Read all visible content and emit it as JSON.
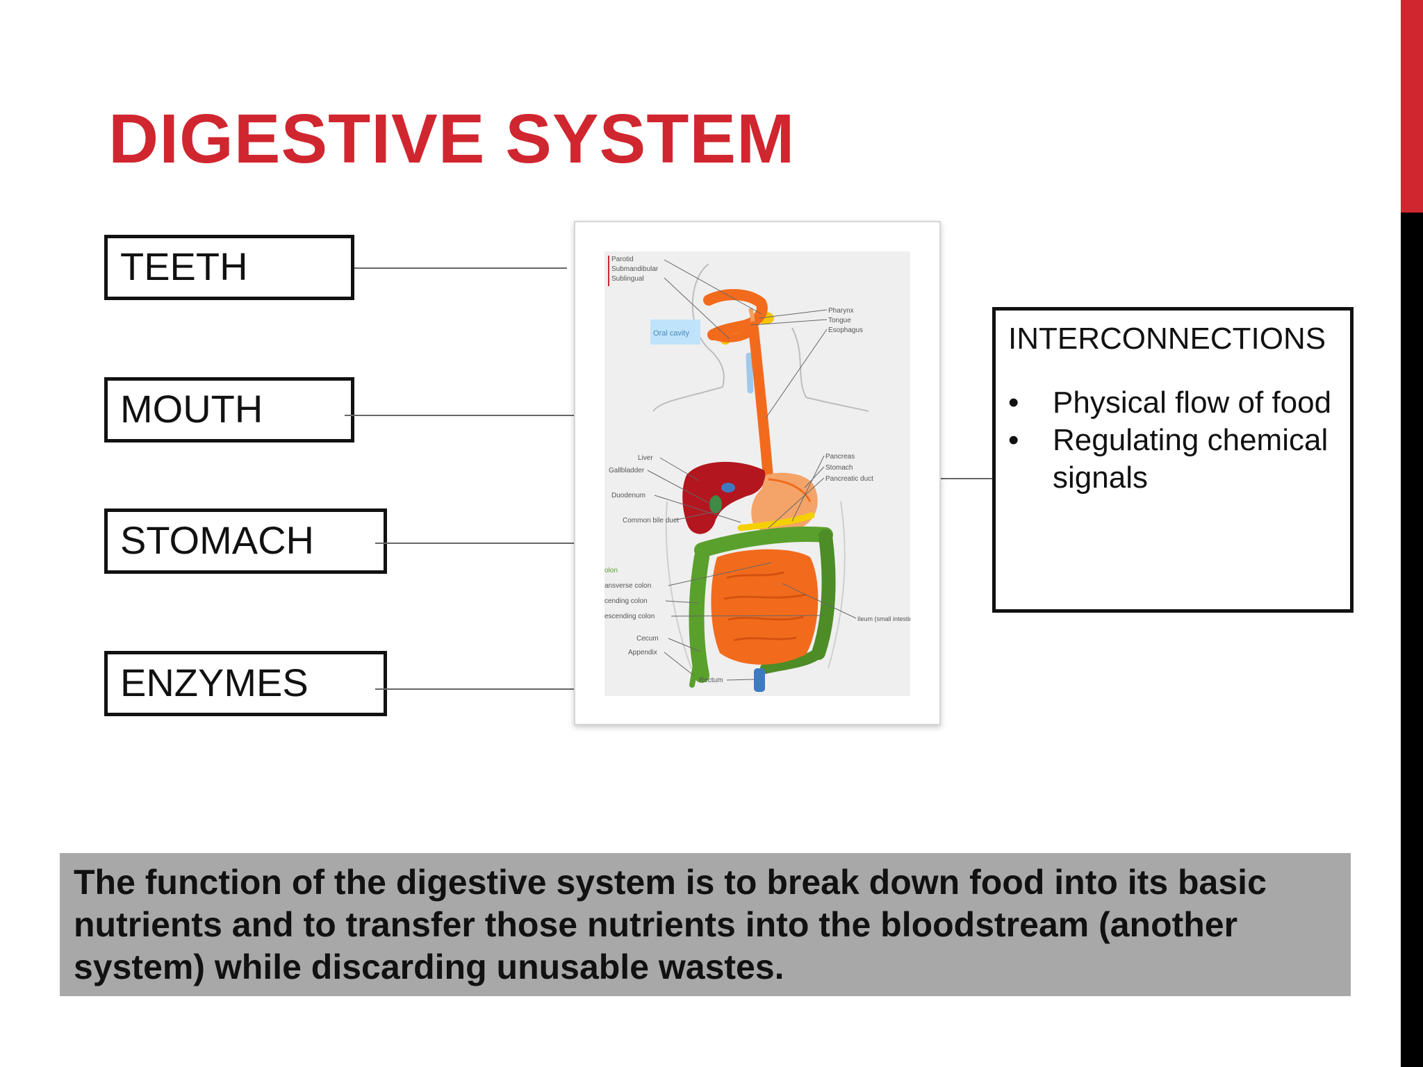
{
  "title": "DIGESTIVE SYSTEM",
  "labels": [
    "TEETH",
    "MOUTH",
    "STOMACH",
    "ENZYMES"
  ],
  "interconnections": {
    "title": "INTERCONNECTIONS",
    "items": [
      "Physical flow of food",
      "Regulating chemical signals"
    ]
  },
  "diagram_labels": {
    "parotid": "Parotid",
    "submandibular": "Submandibular",
    "sublingual": "Sublingual",
    "oral_cavity": "Oral cavity",
    "pharynx": "Pharynx",
    "tongue": "Tongue",
    "esophagus": "Esophagus",
    "liver": "Liver",
    "gallbladder": "Gallbladder",
    "duodenum": "Duodenum",
    "common_bile_duct": "Common bile duct",
    "pancreas": "Pancreas",
    "stomach": "Stomach",
    "pancreatic_duct": "Pancreatic duct",
    "colon": "olon",
    "transverse_colon": "ansverse colon",
    "ascending_colon": "cending colon",
    "descending_colon": "escending colon",
    "cecum": "Cecum",
    "appendix": "Appendix",
    "rectum": "Rectum",
    "ileum": "Ileum (small intestine)"
  },
  "summary": "The function of the digestive system is to break down food into its basic nutrients and to transfer those nutrients into the bloodstream (another system) while discarding unusable wastes.",
  "colors": {
    "title": "#d0262f",
    "accent_red": "#d0262f",
    "accent_black": "#000000",
    "summary_bg": "#a8a8a8",
    "digestive_tract": "#f26b1d",
    "liver": "#b3161e",
    "colon": "#5aa02c",
    "gland": "#f5c400"
  }
}
